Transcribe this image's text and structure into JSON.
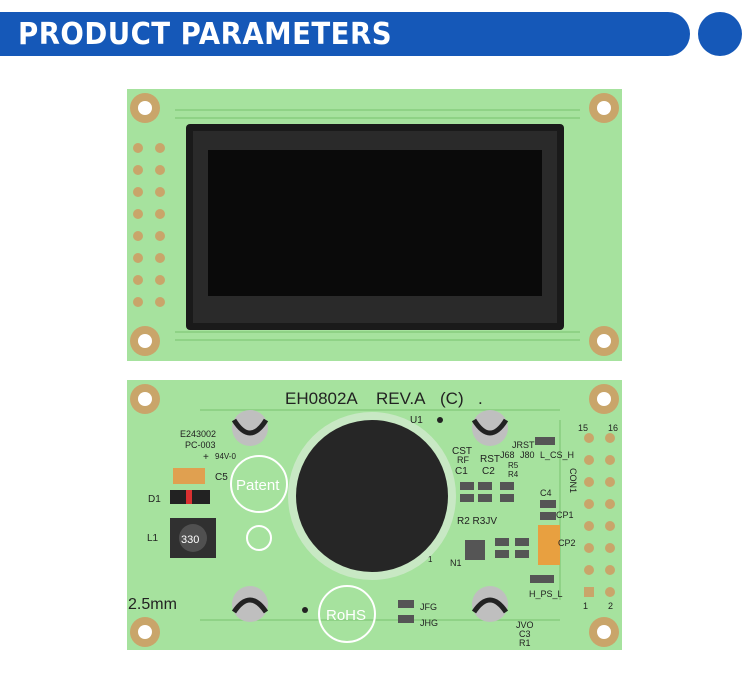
{
  "header": {
    "title": "PRODUCT PARAMETERS"
  },
  "colors": {
    "brand": "#1558b8",
    "pcb": "#a6e29e",
    "pad": "#c9a56a",
    "screen": "#0a0a0a"
  },
  "back_board": {
    "model": "EH0802A",
    "rev": "REV.A",
    "copyright": "(C)",
    "dot": ".",
    "u1": "U1",
    "cert_code": "E243002",
    "pc_code": "PC-003",
    "flame": "94V-0",
    "plus": "+",
    "c5": "C5",
    "d1": "D1",
    "l1": "L1",
    "patent": "Patent",
    "inductor_code": "330",
    "thickness": "2.5mm",
    "rohs": "RoHS",
    "jfg": "JFG",
    "jhg": "JHG",
    "cst": "CST",
    "rf": "RF",
    "c1": "C1",
    "rst": "RST",
    "c2": "C2",
    "jrst": "JRST",
    "j68": "J68",
    "j80": "J80",
    "lcs": "L_CS_H",
    "r5": "R5",
    "r4": "R4",
    "c4": "C4",
    "cp1": "CP1",
    "cp2": "CP2",
    "con1": "CON1",
    "r2r3jv": "R2 R3JV",
    "n1": "N1",
    "one_small": "1",
    "hps": "H_PS_L",
    "pin15": "15",
    "pin16": "16",
    "pin1": "1",
    "pin2": "2",
    "jvo": "JVO",
    "c3": "C3",
    "r1": "R1"
  }
}
